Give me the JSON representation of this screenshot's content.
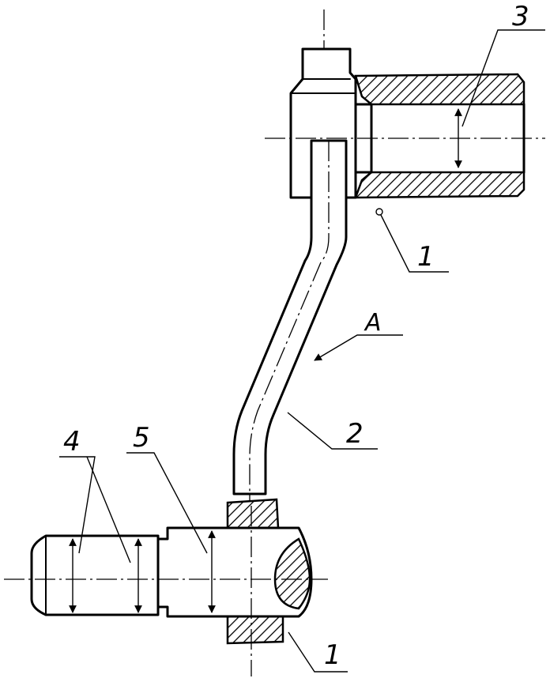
{
  "labels": {
    "item_3": "3",
    "item_1_top": "1",
    "item_A": "A",
    "item_2": "2",
    "item_4": "4",
    "item_5": "5",
    "item_1_bottom": "1"
  },
  "colors": {
    "ink": "#000000",
    "paper": "#ffffff"
  }
}
